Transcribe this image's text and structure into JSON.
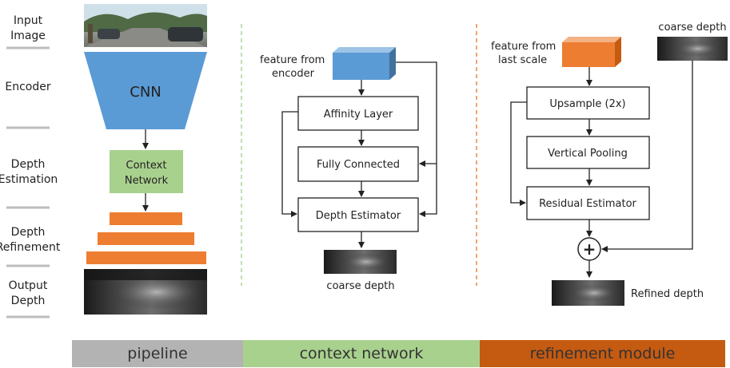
{
  "pipeline": {
    "stage_labels": {
      "input_line1": "Input",
      "input_line2": "Image",
      "encoder": "Encoder",
      "depth_est_line1": "Depth",
      "depth_est_line2": "Estimation",
      "depth_ref_line1": "Depth",
      "depth_ref_line2": "Refinement",
      "output_line1": "Output",
      "output_line2": "Depth"
    },
    "cnn_label": "CNN",
    "context_line1": "Context",
    "context_line2": "Network"
  },
  "context_network": {
    "feature_line1": "feature from",
    "feature_line2": "encoder",
    "affinity": "Affinity Layer",
    "fully_connected": "Fully Connected",
    "depth_estimator": "Depth Estimator",
    "coarse_depth": "coarse depth"
  },
  "refinement_module": {
    "feature_line1": "feature from",
    "feature_line2": "last scale",
    "coarse_depth": "coarse depth",
    "upsample": "Upsample (2x)",
    "vertical_pooling": "Vertical Pooling",
    "residual_estimator": "Residual Estimator",
    "plus": "+",
    "refined_depth": "Refined depth"
  },
  "footer": {
    "pipeline": "pipeline",
    "context_network": "context network",
    "refinement_module": "refinement module"
  },
  "colors": {
    "blue": "#5b9bd5",
    "green": "#a9d18e",
    "orange": "#ed7d31",
    "gray_bar": "#b3b3b3",
    "green_bar": "#a9d18e",
    "orange_bar": "#c55a11",
    "green_divider": "#a9d18e",
    "orange_divider": "#ed7d31"
  }
}
